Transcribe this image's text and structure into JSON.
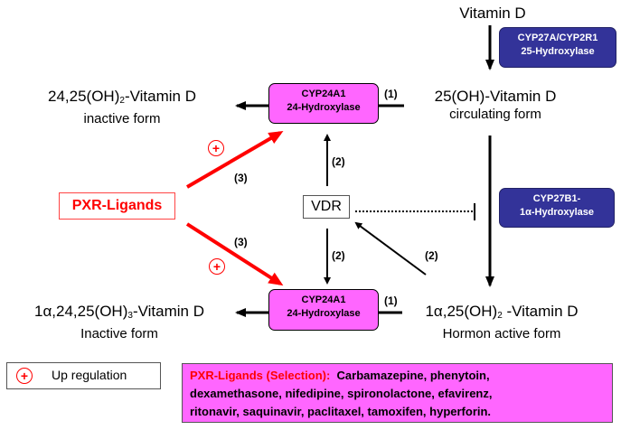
{
  "compounds": {
    "vitamin_d": {
      "name": "Vitamin D"
    },
    "c25oh": {
      "name": "25(OH)-Vitamin D",
      "form": "circulating form"
    },
    "c2425": {
      "name_pre": "24,25(OH)",
      "name_sub": "2",
      "name_post": "-Vitamin D",
      "form": "inactive form"
    },
    "c1a25": {
      "name_pre": "1α,25(OH)",
      "name_sub": "2",
      "name_post": " -Vitamin D",
      "form": "Hormon active form"
    },
    "c1a2425": {
      "name_pre": "1α,24,25(OH)",
      "name_sub": "3",
      "name_post": "-Vitamin D",
      "form": "Inactive form"
    }
  },
  "enzymes": {
    "cyp27a": {
      "line1": "CYP27A/CYP2R1",
      "line2": "25-Hydroxylase",
      "color": "#333399"
    },
    "cyp27b1": {
      "line1": "CYP27B1-",
      "line2": "1α-Hydroxylase",
      "color": "#333399"
    },
    "cyp24a1_top": {
      "line1": "CYP24A1",
      "line2": "24-Hydroxylase",
      "color": "#ff66ff"
    },
    "cyp24a1_bottom": {
      "line1": "CYP24A1",
      "line2": "24-Hydroxylase",
      "color": "#ff66ff"
    }
  },
  "nodes": {
    "vdr": "VDR",
    "pxr": "PXR-Ligands"
  },
  "labels": {
    "ref1": "(1)",
    "ref2": "(2)",
    "ref3": "(3)",
    "plus": "+"
  },
  "legend": {
    "symbol": "+",
    "text": "Up regulation"
  },
  "ligands_box": {
    "heading": "PXR-Ligands (Selection):",
    "line1": "Carbamazepine, phenytoin,",
    "line2": "dexamethasone, nifedipine, spironolactone, efavirenz,",
    "line3": "ritonavir, saquinavir, paclitaxel, tamoxifen, hyperforin."
  },
  "colors": {
    "upregulation_red": "#ff0000",
    "cyp24_pink": "#ff66ff",
    "cyp_blue": "#333399"
  }
}
